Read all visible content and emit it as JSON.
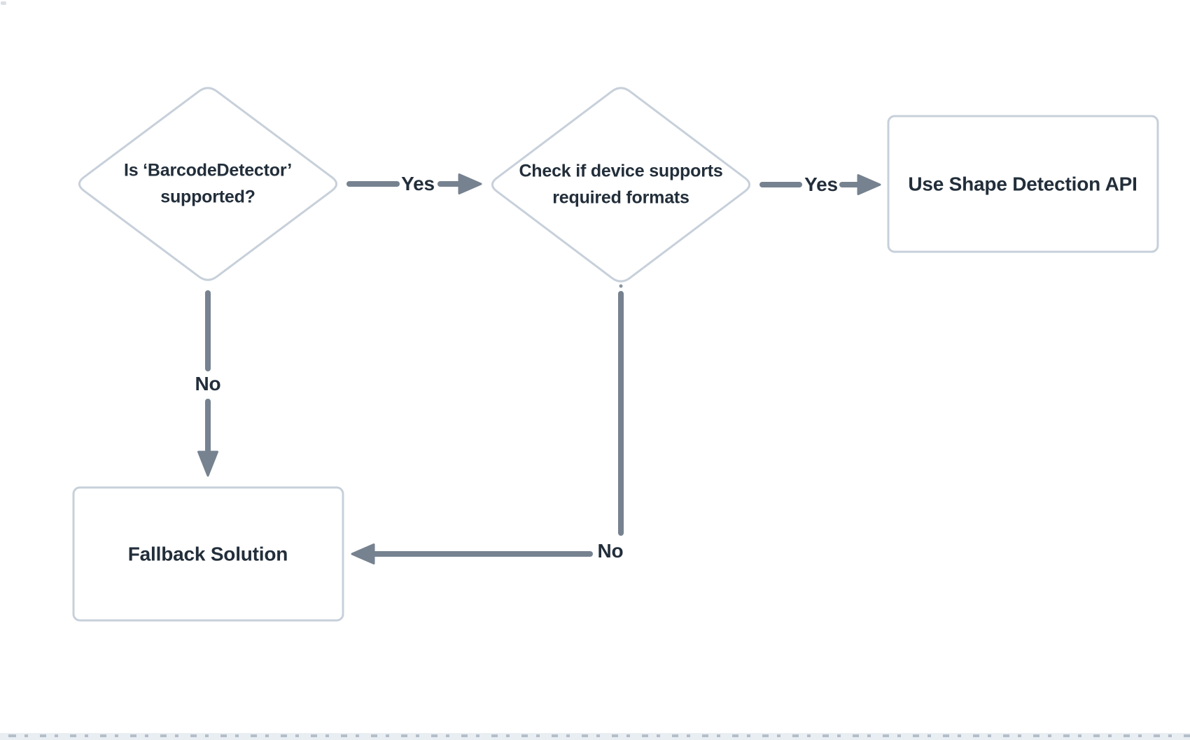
{
  "flowchart": {
    "nodes": [
      {
        "id": "barcode-detector-supported",
        "type": "decision",
        "label": "Is ‘BarcodeDetector’ supported?"
      },
      {
        "id": "device-supports-formats",
        "type": "decision",
        "label": "Check if device supports required formats"
      },
      {
        "id": "use-shape-detection-api",
        "type": "process",
        "label": "Use Shape Detection API"
      },
      {
        "id": "fallback-solution",
        "type": "process",
        "label": "Fallback Solution"
      }
    ],
    "edges": [
      {
        "from": "barcode-detector-supported",
        "to": "device-supports-formats",
        "label": "Yes"
      },
      {
        "from": "device-supports-formats",
        "to": "use-shape-detection-api",
        "label": "Yes"
      },
      {
        "from": "barcode-detector-supported",
        "to": "fallback-solution",
        "label": "No"
      },
      {
        "from": "device-supports-formats",
        "to": "fallback-solution",
        "label": "No"
      }
    ]
  },
  "colors": {
    "background": "#ffffff",
    "node_border": "#c7d0da",
    "connector": "#76828f",
    "text": "#222e3a",
    "bottom_strip_bg": "#e9eef3",
    "bottom_strip_dash": "#b4bec9"
  }
}
